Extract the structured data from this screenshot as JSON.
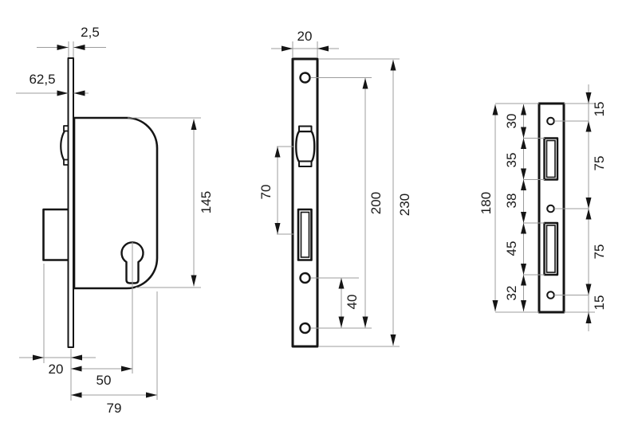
{
  "colors": {
    "object_line": "#151515",
    "dimension_line": "#9c9c9c",
    "label_text": "#1a1a1a",
    "background": "#ffffff"
  },
  "views": {
    "side": {
      "dims": {
        "faceplate_thickness": "2,5",
        "faceplate_offset": "62,5",
        "case_height": "145",
        "bolt_protrusion": "20",
        "backset": "50",
        "case_depth": "79"
      }
    },
    "faceplate": {
      "dims": {
        "plate_width": "20",
        "latch_to_bolt": "70",
        "screw_hole_span": "200",
        "plate_height": "230",
        "lower_hole_gap": "40"
      }
    },
    "strike": {
      "dims": {
        "plate_height": "180",
        "seg_top": "30",
        "seg_latch": "35",
        "seg_mid": "38",
        "seg_bolt": "45",
        "seg_bottom": "32",
        "hole_top_offset": "15",
        "hole_span_upper": "75",
        "hole_span_lower": "75",
        "hole_bottom_offset": "15"
      }
    }
  }
}
